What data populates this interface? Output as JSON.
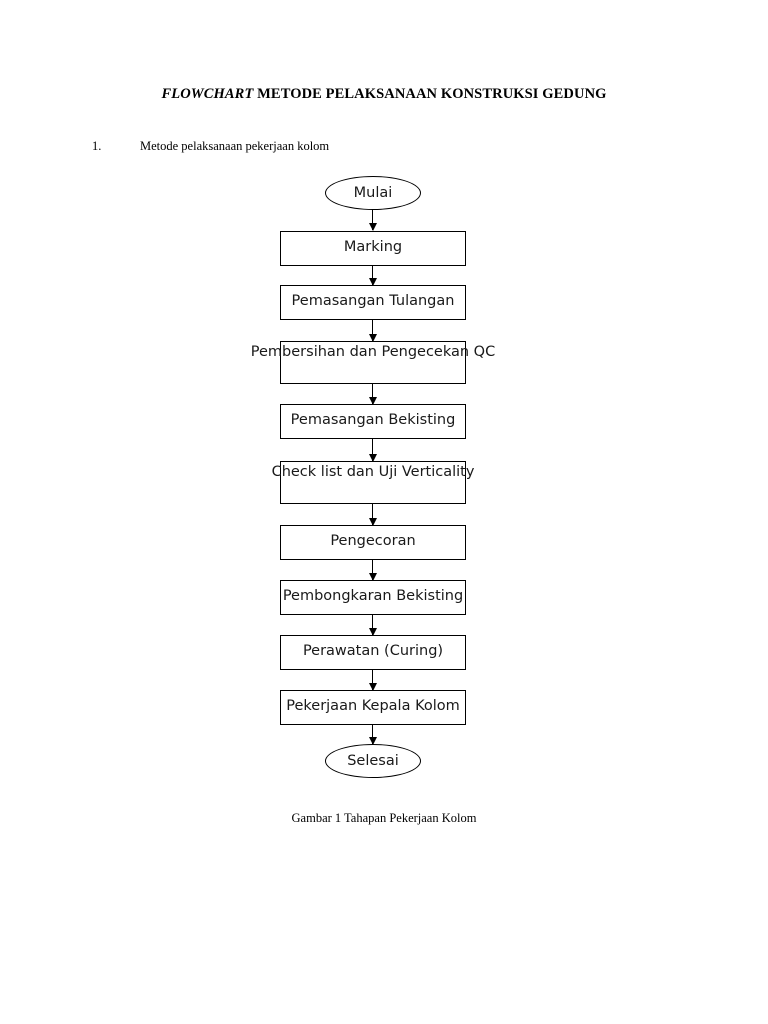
{
  "document": {
    "title_italic_part": "FLOWCHART",
    "title_rest": " METODE PELAKSANAAN KONSTRUKSI GEDUNG",
    "list_number": "1.",
    "list_text": "Metode pelaksanaan pekerjaan kolom",
    "caption": "Gambar 1 Tahapan Pekerjaan Kolom",
    "page_background": "#ffffff",
    "ink_color": "#000000"
  },
  "chart_data": {
    "type": "flowchart",
    "title": "Gambar 1 Tahapan Pekerjaan Kolom",
    "orientation": "top-to-bottom",
    "nodes": [
      {
        "id": "n0",
        "shape": "ellipse",
        "label": "Mulai"
      },
      {
        "id": "n1",
        "shape": "rectangle",
        "label": "Marking"
      },
      {
        "id": "n2",
        "shape": "rectangle",
        "label": "Pemasangan Tulangan"
      },
      {
        "id": "n3",
        "shape": "rectangle",
        "label": "Pembersihan dan Pengecekan QC"
      },
      {
        "id": "n4",
        "shape": "rectangle",
        "label": "Pemasangan Bekisting"
      },
      {
        "id": "n5",
        "shape": "rectangle",
        "label": "Check list  dan Uji Verticality"
      },
      {
        "id": "n6",
        "shape": "rectangle",
        "label": "Pengecoran"
      },
      {
        "id": "n7",
        "shape": "rectangle",
        "label": "Pembongkaran Bekisting"
      },
      {
        "id": "n8",
        "shape": "rectangle",
        "label": "Perawatan (Curing)"
      },
      {
        "id": "n9",
        "shape": "rectangle",
        "label": "Pekerjaan Kepala Kolom"
      },
      {
        "id": "n10",
        "shape": "ellipse",
        "label": "Selesai"
      }
    ],
    "edges": [
      {
        "from": "n0",
        "to": "n1",
        "arrow": "down"
      },
      {
        "from": "n1",
        "to": "n2",
        "arrow": "down"
      },
      {
        "from": "n2",
        "to": "n3",
        "arrow": "down"
      },
      {
        "from": "n3",
        "to": "n4",
        "arrow": "down"
      },
      {
        "from": "n4",
        "to": "n5",
        "arrow": "down"
      },
      {
        "from": "n5",
        "to": "n6",
        "arrow": "down"
      },
      {
        "from": "n6",
        "to": "n7",
        "arrow": "down"
      },
      {
        "from": "n7",
        "to": "n8",
        "arrow": "down"
      },
      {
        "from": "n8",
        "to": "n9",
        "arrow": "down"
      },
      {
        "from": "n9",
        "to": "n10",
        "arrow": "down"
      }
    ]
  }
}
